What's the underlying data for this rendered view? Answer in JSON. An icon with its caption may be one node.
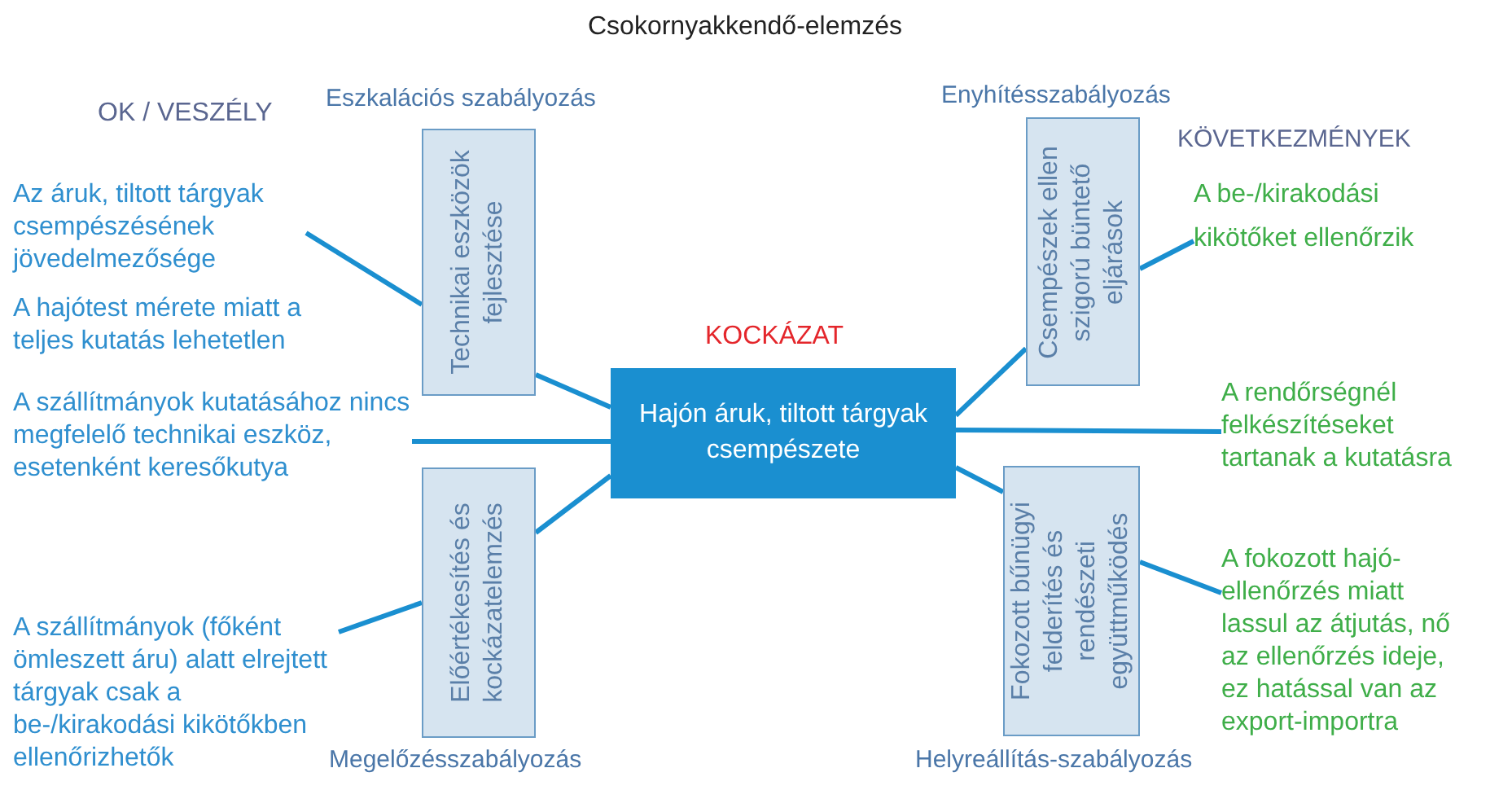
{
  "diagram": {
    "title": "Csokornyakkendő-elemzés",
    "nodes": [
      {
        "text": [
          "Az áruk, tiltott tárgyak csempészésének jövedelmezősége"
        ]
      },
      {
        "text": [
          "A szállítmányok kutatásához nincs megfelelő technikai eszköz, esetenként keresőkutya"
        ]
      },
      {
        "text": [
          "A szállítmányok (főként ömleszett áru) alatt elrejtett tárgyak csak a be-/kirakodási kikötőkben ellenőrizhetők"
        ]
      },
      {
        "text": [
          "Technikai eszközök fejlesztése"
        ],
        "beside": [
          "Eszkalációs szabályozás"
        ]
      },
      {
        "text": [
          "Előértékesítés és kockázatelemzés"
        ],
        "beside": [
          "Megelőzésszabályozás"
        ]
      },
      {
        "text": [
          "Hajón áruk, tiltott tárgyak csempészete"
        ],
        "beside": [
          "KOCKÁZAT"
        ]
      },
      {
        "text": [
          "Csempészek ellen szigorú büntető eljárások"
        ],
        "beside": [
          "Enyhítésszabályozás"
        ]
      },
      {
        "text": [
          "Fokozott bűnügyi felderítés és rendészeti együttműködés"
        ],
        "beside": [
          "Helyreállítás-szabályozás"
        ]
      },
      {
        "text": [
          "A be-/kirakodási kikötőket ellenőrzik"
        ]
      },
      {
        "text": [
          "A rendőrségnél felkészítéseket tartanak a kutatásra"
        ]
      },
      {
        "text": [
          "A fokozott hajó-ellenőrzés miatt lassul az átjutás, nő az ellenőrzés ideje, ez hatással van az export-importra"
        ]
      }
    ],
    "edges": [
      {
        "from": 0,
        "to": 3,
        "arrow": "none"
      },
      {
        "from": 3,
        "to": 5,
        "arrow": "none"
      },
      {
        "from": 1,
        "to": 5,
        "arrow": "none"
      },
      {
        "from": 2,
        "to": 4,
        "arrow": "none"
      },
      {
        "from": 4,
        "to": 5,
        "arrow": "none"
      },
      {
        "from": 5,
        "to": 6,
        "arrow": "none"
      },
      {
        "from": 6,
        "to": 8,
        "arrow": "none"
      },
      {
        "from": 5,
        "to": 9,
        "arrow": "none"
      },
      {
        "from": 5,
        "to": 7,
        "arrow": "none"
      },
      {
        "from": 7,
        "to": 10,
        "arrow": "none"
      }
    ],
    "labels": [
      "OK / VESZÉLY",
      "A hajótest mérete miatt a teljes kutatás lehetetlen",
      "KÖVETKEZMÉNYEK"
    ]
  }
}
